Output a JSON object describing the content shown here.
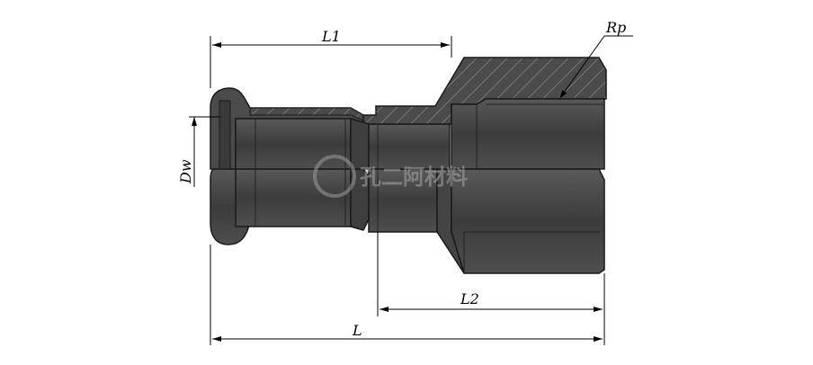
{
  "labels": {
    "l1": "L1",
    "l2": "L2",
    "l": "L",
    "dw": "Dw",
    "rp": "Rp"
  },
  "watermark": {
    "text": "孔二阿材料"
  },
  "colors": {
    "body_fill": "#4b4b4b",
    "body_stroke": "#1a1a1a",
    "line": "#000000",
    "hatch": "#6a6a6a"
  }
}
